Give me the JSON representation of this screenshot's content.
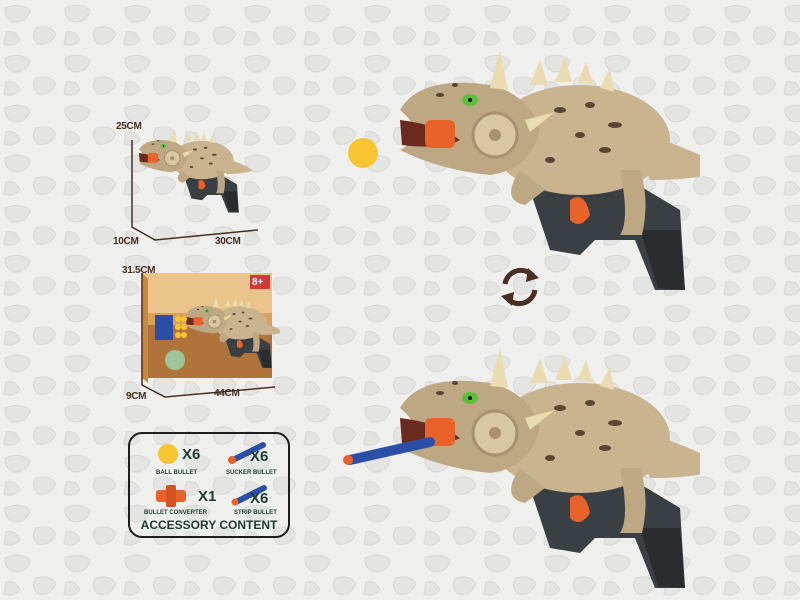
{
  "dimensions": {
    "gun": {
      "height": "25CM",
      "depth": "10CM",
      "length": "30CM"
    },
    "box": {
      "height": "31.5CM",
      "depth": "9CM",
      "length": "44CM"
    }
  },
  "box_art": {
    "age_badge": "8+"
  },
  "accessories": {
    "title": "ACCESSORY CONTENT",
    "items": [
      {
        "label": "BALL BULLET",
        "qty": "X6"
      },
      {
        "label": "SUCKER BULLET",
        "qty": "X6"
      },
      {
        "label": "BULLET CONVERTER",
        "qty": "X1"
      },
      {
        "label": "STRIP BULLET",
        "qty": "X6"
      }
    ]
  },
  "colors": {
    "dino": "#c9b48f",
    "spots": "#5a4632",
    "orange": "#e8622a",
    "grip": "#2f3438",
    "ball": "#f7c531",
    "dart": "#2b4fa8",
    "arrow": "#4a2e22"
  },
  "icons": [
    "swap-arrows-icon"
  ]
}
